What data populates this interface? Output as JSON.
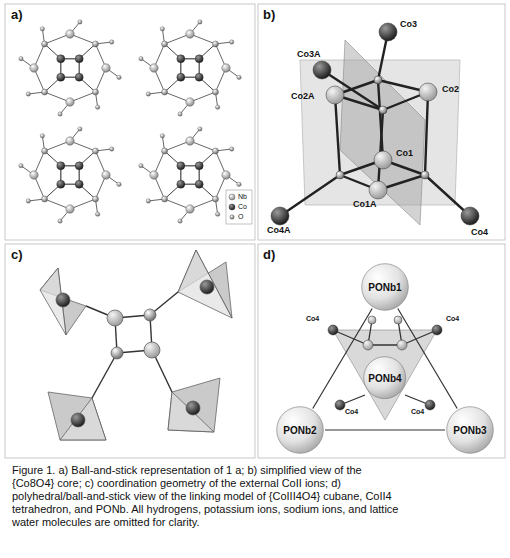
{
  "diagram": {
    "caption": "Figure 1. a) Ball-and-stick representation of 1 a; b) simplified view of the {Co8O4} core; c) coordination geometry of the external CoII ions; d) polyhedral/ball-and-stick view of the linking model of {CoIII4O4} cubane, CoII4 tetrahedron, and PONb. All hydrogens, potassium ions, sodium ions, and lattice water molecules are omitted for clarity.",
    "nodes": [
      {
        "text": [
          "PONb1"
        ]
      },
      {
        "text": [
          "PONb2"
        ]
      },
      {
        "text": [
          "PONb3"
        ]
      },
      {
        "text": [
          "PONb4"
        ]
      }
    ],
    "edges": [
      {
        "from": 0,
        "to": 1,
        "arrow": "none"
      },
      {
        "from": 0,
        "to": 2,
        "arrow": "none"
      },
      {
        "from": 1,
        "to": 2,
        "arrow": "none"
      }
    ],
    "labels": [
      "a)",
      "b)",
      "c)",
      "d)",
      "Co3",
      "Co3A",
      "Co2A",
      "Co2",
      "Co1",
      "Co1A",
      "Co4A",
      "Co4",
      "Co4",
      "Co4",
      "Co4",
      "Co4"
    ],
    "legend": [
      {
        "text": "Nb"
      },
      {
        "text": "Co"
      },
      {
        "text": "O"
      }
    ]
  }
}
